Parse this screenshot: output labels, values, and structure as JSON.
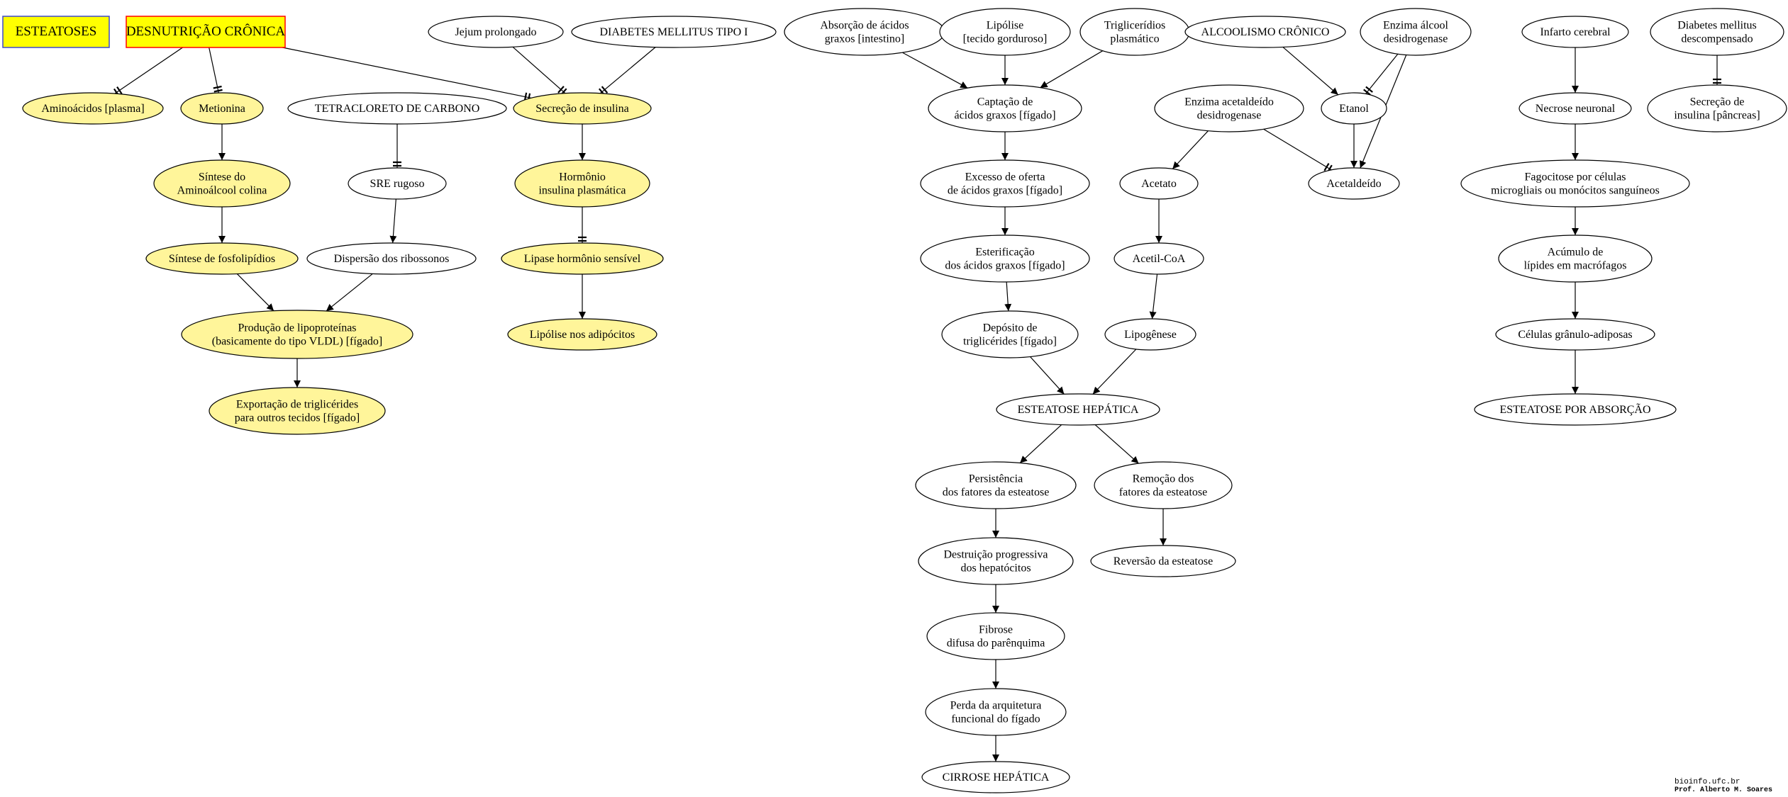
{
  "title": "ESTEATOSES",
  "credits": {
    "site": "bioinfo.ufc.br",
    "author": "Prof. Alberto M. Soares"
  },
  "colors": {
    "node_fill": "#ffffff",
    "highlight_fill": "#fff59a",
    "box_fill": "#ffff00",
    "box_text": "#ff0000",
    "title_border": "#3f48cc",
    "box_border": "#ff0000",
    "edge": "#000000"
  },
  "nodes": [
    {
      "id": "esteatoses",
      "lines": [
        "ESTEATOSES"
      ]
    },
    {
      "id": "desnutricao",
      "lines": [
        "DESNUTRIÇÃO CRÔNICA"
      ]
    },
    {
      "id": "aminoacidos",
      "lines": [
        "Aminoácidos [plasma]"
      ]
    },
    {
      "id": "metionina",
      "lines": [
        "Metionina"
      ]
    },
    {
      "id": "sintese_colina",
      "lines": [
        "Síntese do",
        "Aminoálcool colina"
      ]
    },
    {
      "id": "sintese_fosfo",
      "lines": [
        "Síntese de fosfolipídios"
      ]
    },
    {
      "id": "producao_lipo",
      "lines": [
        "Produção de lipoproteínas",
        "(basicamente do tipo VLDL) [fígado]"
      ]
    },
    {
      "id": "exportacao",
      "lines": [
        "Exportação de triglicérides",
        "para outros tecidos [fígado]"
      ]
    },
    {
      "id": "tetracloreto",
      "lines": [
        "TETRACLORETO DE CARBONO"
      ]
    },
    {
      "id": "sre",
      "lines": [
        "SRE rugoso"
      ]
    },
    {
      "id": "dispersao",
      "lines": [
        "Dispersão dos ribossonos"
      ]
    },
    {
      "id": "jejum",
      "lines": [
        "Jejum prolongado"
      ]
    },
    {
      "id": "diabetes1",
      "lines": [
        "DIABETES MELLITUS TIPO I"
      ]
    },
    {
      "id": "secrecao_insulina",
      "lines": [
        "Secreção de insulina"
      ]
    },
    {
      "id": "hormonio",
      "lines": [
        "Hormônio",
        "insulina plasmática"
      ]
    },
    {
      "id": "lipase",
      "lines": [
        "Lipase hormônio sensível"
      ]
    },
    {
      "id": "lipolise_adipo",
      "lines": [
        "Lipólise nos adipócitos"
      ]
    },
    {
      "id": "absorcao",
      "lines": [
        "Absorção de ácidos",
        "graxos [intestino]"
      ]
    },
    {
      "id": "lipolise_tecido",
      "lines": [
        "Lipólise",
        "[tecido gorduroso]"
      ]
    },
    {
      "id": "trigliceridios",
      "lines": [
        "Triglicerídios",
        "plasmático"
      ]
    },
    {
      "id": "captacao",
      "lines": [
        "Captação de",
        "ácidos graxos [fígado]"
      ]
    },
    {
      "id": "excesso",
      "lines": [
        "Excesso de oferta",
        "de ácidos graxos [fígado]"
      ]
    },
    {
      "id": "esterificacao",
      "lines": [
        "Esterificação",
        "dos ácidos graxos [fígado]"
      ]
    },
    {
      "id": "deposito",
      "lines": [
        "Depósito de",
        "triglicérides [fígado]"
      ]
    },
    {
      "id": "alcoolismo",
      "lines": [
        "ALCOOLISMO CRÔNICO"
      ]
    },
    {
      "id": "enzima_alcool",
      "lines": [
        "Enzima álcool",
        "desidrogenase"
      ]
    },
    {
      "id": "enzima_acetal",
      "lines": [
        "Enzima acetaldeído",
        "desidrogenase"
      ]
    },
    {
      "id": "etanol",
      "lines": [
        "Etanol"
      ]
    },
    {
      "id": "acetato",
      "lines": [
        "Acetato"
      ]
    },
    {
      "id": "acetaldeido",
      "lines": [
        "Acetaldeído"
      ]
    },
    {
      "id": "acetil",
      "lines": [
        "Acetil-CoA"
      ]
    },
    {
      "id": "lipogenese",
      "lines": [
        "Lipogênese"
      ]
    },
    {
      "id": "esteatose_hep",
      "lines": [
        "ESTEATOSE HEPÁTICA"
      ]
    },
    {
      "id": "persistencia",
      "lines": [
        "Persistência",
        "dos fatores da esteatose"
      ]
    },
    {
      "id": "remocao",
      "lines": [
        "Remoção dos",
        "fatores da esteatose"
      ]
    },
    {
      "id": "reversao",
      "lines": [
        "Reversão da esteatose"
      ]
    },
    {
      "id": "destruicao",
      "lines": [
        "Destruição progressiva",
        "dos hepatócitos"
      ]
    },
    {
      "id": "fibrose",
      "lines": [
        "Fibrose",
        "difusa do parênquima"
      ]
    },
    {
      "id": "perda",
      "lines": [
        "Perda da arquitetura",
        "funcional do fígado"
      ]
    },
    {
      "id": "cirrose",
      "lines": [
        "CIRROSE HEPÁTICA"
      ]
    },
    {
      "id": "infarto",
      "lines": [
        "Infarto cerebral"
      ]
    },
    {
      "id": "necrose",
      "lines": [
        "Necrose neuronal"
      ]
    },
    {
      "id": "fagocitose",
      "lines": [
        "Fagocitose por células",
        "microgliais ou monócitos sanguíneos"
      ]
    },
    {
      "id": "acumulo",
      "lines": [
        "Acúmulo de",
        "lípides em macrófagos"
      ]
    },
    {
      "id": "celulas",
      "lines": [
        "Células grânulo-adiposas"
      ]
    },
    {
      "id": "esteatose_abs",
      "lines": [
        "ESTEATOSE POR ABSORÇÃO"
      ]
    },
    {
      "id": "diabetes_desc",
      "lines": [
        "Diabetes mellitus",
        "descompensado"
      ]
    },
    {
      "id": "secrecao_pancreas",
      "lines": [
        "Secreção de",
        "insulina [pâncreas]"
      ]
    }
  ],
  "edges": [
    {
      "from": "desnutricao",
      "to": "aminoacidos",
      "inhibit": true
    },
    {
      "from": "desnutricao",
      "to": "metionina",
      "inhibit": true
    },
    {
      "from": "desnutricao",
      "to": "secrecao_insulina",
      "inhibit": true
    },
    {
      "from": "metionina",
      "to": "sintese_colina",
      "inhibit": false
    },
    {
      "from": "sintese_colina",
      "to": "sintese_fosfo",
      "inhibit": false
    },
    {
      "from": "sintese_fosfo",
      "to": "producao_lipo",
      "inhibit": false
    },
    {
      "from": "producao_lipo",
      "to": "exportacao",
      "inhibit": false
    },
    {
      "from": "tetracloreto",
      "to": "sre",
      "inhibit": true
    },
    {
      "from": "sre",
      "to": "dispersao",
      "inhibit": false
    },
    {
      "from": "dispersao",
      "to": "producao_lipo",
      "inhibit": false
    },
    {
      "from": "jejum",
      "to": "secrecao_insulina",
      "inhibit": true
    },
    {
      "from": "diabetes1",
      "to": "secrecao_insulina",
      "inhibit": true
    },
    {
      "from": "secrecao_insulina",
      "to": "hormonio",
      "inhibit": false
    },
    {
      "from": "hormonio",
      "to": "lipase",
      "inhibit": true
    },
    {
      "from": "lipase",
      "to": "lipolise_adipo",
      "inhibit": false
    },
    {
      "from": "absorcao",
      "to": "captacao",
      "inhibit": false
    },
    {
      "from": "lipolise_tecido",
      "to": "captacao",
      "inhibit": false
    },
    {
      "from": "trigliceridios",
      "to": "captacao",
      "inhibit": false
    },
    {
      "from": "captacao",
      "to": "excesso",
      "inhibit": false
    },
    {
      "from": "excesso",
      "to": "esterificacao",
      "inhibit": false
    },
    {
      "from": "esterificacao",
      "to": "deposito",
      "inhibit": false
    },
    {
      "from": "deposito",
      "to": "esteatose_hep",
      "inhibit": false
    },
    {
      "from": "alcoolismo",
      "to": "etanol",
      "inhibit": false
    },
    {
      "from": "enzima_alcool",
      "to": "etanol",
      "inhibit": true
    },
    {
      "from": "enzima_alcool",
      "to": "acetaldeido",
      "inhibit": false
    },
    {
      "from": "etanol",
      "to": "acetaldeido",
      "inhibit": false
    },
    {
      "from": "enzima_acetal",
      "to": "acetato",
      "inhibit": false
    },
    {
      "from": "enzima_acetal",
      "to": "acetaldeido",
      "inhibit": true
    },
    {
      "from": "acetato",
      "to": "acetil",
      "inhibit": false
    },
    {
      "from": "acetil",
      "to": "lipogenese",
      "inhibit": false
    },
    {
      "from": "lipogenese",
      "to": "esteatose_hep",
      "inhibit": false
    },
    {
      "from": "esteatose_hep",
      "to": "persistencia",
      "inhibit": false
    },
    {
      "from": "esteatose_hep",
      "to": "remocao",
      "inhibit": false
    },
    {
      "from": "remocao",
      "to": "reversao",
      "inhibit": false
    },
    {
      "from": "persistencia",
      "to": "destruicao",
      "inhibit": false
    },
    {
      "from": "destruicao",
      "to": "fibrose",
      "inhibit": false
    },
    {
      "from": "fibrose",
      "to": "perda",
      "inhibit": false
    },
    {
      "from": "perda",
      "to": "cirrose",
      "inhibit": false
    },
    {
      "from": "infarto",
      "to": "necrose",
      "inhibit": false
    },
    {
      "from": "necrose",
      "to": "fagocitose",
      "inhibit": false
    },
    {
      "from": "fagocitose",
      "to": "acumulo",
      "inhibit": false
    },
    {
      "from": "acumulo",
      "to": "celulas",
      "inhibit": false
    },
    {
      "from": "celulas",
      "to": "esteatose_abs",
      "inhibit": false
    },
    {
      "from": "diabetes_desc",
      "to": "secrecao_pancreas",
      "inhibit": true
    }
  ]
}
